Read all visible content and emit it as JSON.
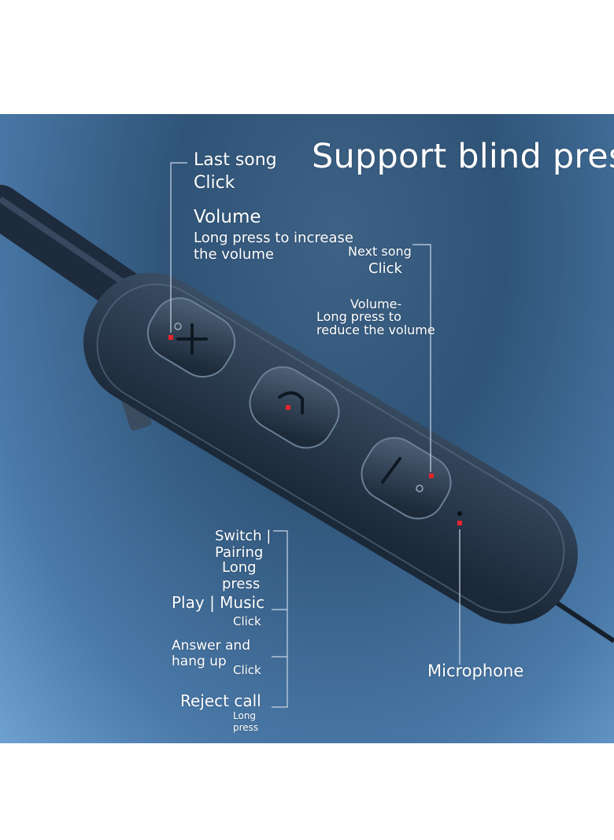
{
  "headline": "Support blind press",
  "callouts": {
    "last_song": {
      "title": "Last song",
      "action": "Click"
    },
    "volume_up": {
      "title": "Volume",
      "desc_line1": "Long press to increase",
      "desc_line2": "the volume"
    },
    "next_song": {
      "title": "Next song",
      "action": "Click"
    },
    "volume_down": {
      "line1": "Volume-",
      "line2": "Long press to",
      "line3": "reduce the volume"
    },
    "switch_pairing": {
      "line1": "Switch |",
      "line2": "Pairing",
      "line3": "Long",
      "line4": "press"
    },
    "play_music": {
      "title": "Play | Music",
      "action": "Click"
    },
    "answer": {
      "line1": "Answer and",
      "line2": "hang up",
      "action": "Click"
    },
    "reject": {
      "title": "Reject call",
      "line1": "Long",
      "line2": "press"
    },
    "microphone": {
      "title": "Microphone"
    }
  },
  "colors": {
    "marker": "#e8242c",
    "leader_line": "#c9d6e6",
    "text": "#ffffff"
  }
}
